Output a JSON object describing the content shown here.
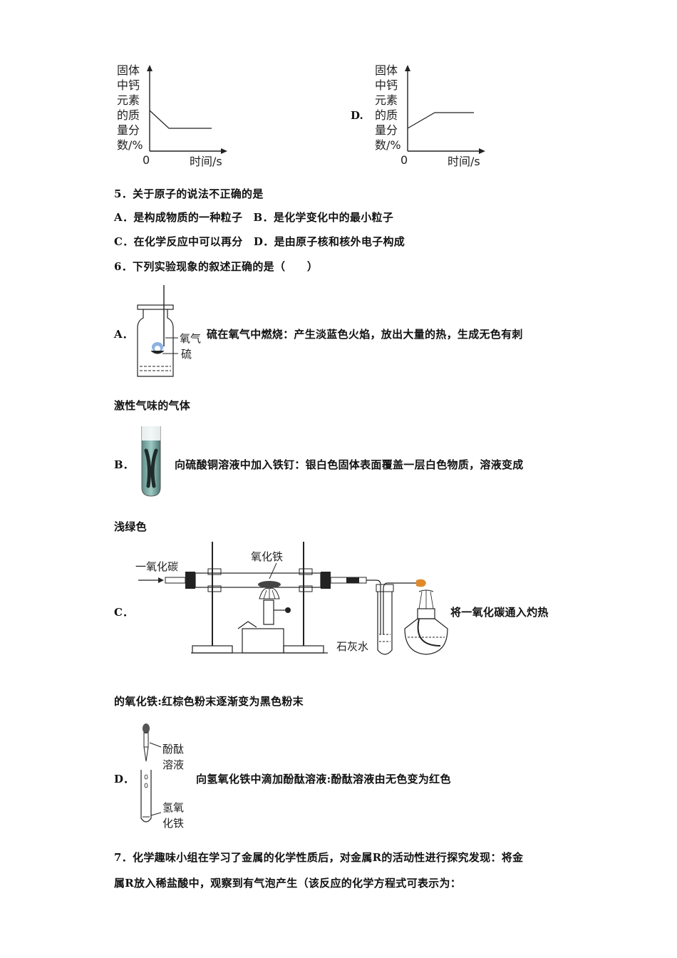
{
  "graph_left": {
    "ylabel_lines": [
      "固体",
      "中钙",
      "元素",
      "的质",
      "量分",
      "数/%"
    ],
    "origin": "0",
    "xlabel": "时间/s"
  },
  "graph_right": {
    "option": "D.",
    "ylabel_lines": [
      "固体",
      "中钙",
      "元素",
      "的质",
      "量分",
      "数/%"
    ],
    "origin": "0",
    "xlabel": "时间/s"
  },
  "q5": {
    "stem": "5．关于原子的说法不正确的是",
    "line1": "A．是构成物质的一种粒子　B．是化学变化中的最小粒子",
    "line2": "C．在化学反应中可以再分　D．是由原子核和核外电子构成"
  },
  "q6": {
    "stem": "6．下列实验现象的叙述正确的是（　　）",
    "a": {
      "label": "A．",
      "text": "硫在氧气中燃烧：产生淡蓝色火焰，放出大量的热，生成无色有刺",
      "cont": "激性气味的气体",
      "fig_oxygen": "氧气",
      "fig_sulfur": "硫"
    },
    "b": {
      "label": "B．",
      "text": "向硫酸铜溶液中加入铁钉：银白色固体表面覆盖一层白色物质，溶液变成",
      "cont": "浅绿色"
    },
    "c": {
      "label": "C．",
      "text": "将一氧化碳通入灼热",
      "cont": "的氧化铁:红棕色粉末逐渐变为黑色粉末",
      "fig_co": "一氧化碳",
      "fig_fe2o3": "氧化铁",
      "fig_limewater": "石灰水"
    },
    "d": {
      "label": "D．",
      "text": "向氢氧化铁中滴加酚酞溶液:酚酞溶液由无色变为红色",
      "fig_phenol_1": "酚酞",
      "fig_phenol_2": "溶液",
      "fig_hydroxide_1": "氢氧",
      "fig_hydroxide_2": "化铁"
    }
  },
  "q7": {
    "line1": "7．化学趣味小组在学习了金属的化学性质后，对金属R的活动性进行探究发现：将金",
    "line2": "属R放入稀盐酸中，观察到有气泡产生（该反应的化学方程式可表示为："
  }
}
